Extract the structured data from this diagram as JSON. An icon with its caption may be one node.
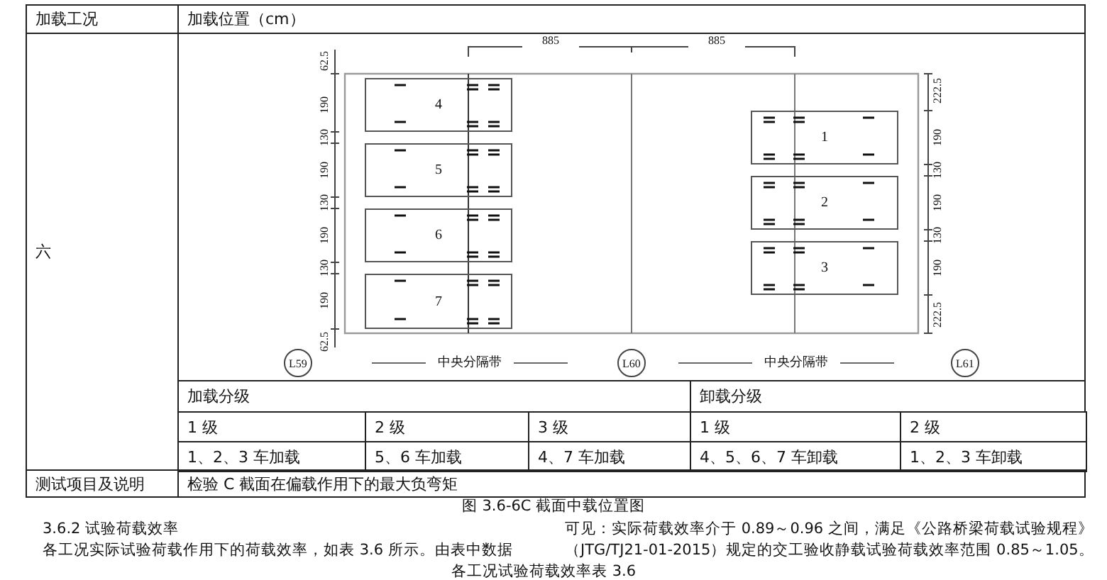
{
  "diagram": {
    "caption": "图 3.6-6C 截面中载位置图",
    "nodes": [
      {
        "text": [
          "4"
        ]
      },
      {
        "text": [
          "5"
        ]
      },
      {
        "text": [
          "6"
        ]
      },
      {
        "text": [
          "7"
        ]
      },
      {
        "text": [
          "1"
        ]
      },
      {
        "text": [
          "2"
        ]
      },
      {
        "text": [
          "3"
        ]
      },
      {
        "text": [
          "L59"
        ]
      },
      {
        "text": [
          "L60"
        ]
      },
      {
        "text": [
          "L61"
        ]
      }
    ],
    "labels": [
      "加载工况",
      "加载位置（cm）",
      "六",
      "885",
      "885",
      "62.5",
      "190",
      "130",
      "190",
      "130",
      "190",
      "130",
      "190",
      "62.5",
      "222.5",
      "190",
      "130",
      "190",
      "130",
      "190",
      "222.5",
      "中央分隔带",
      "中央分隔带",
      "加载分级",
      "卸载分级",
      "1 级",
      "2 级",
      "3 级",
      "1 级",
      "2 级",
      "1、2、3 车加载",
      "5、6 车加载",
      "4、7 车加载",
      "4、5、6、7 车卸载",
      "1、2、3 车卸载",
      "测试项目及说明",
      "检验 C 截面在偏载作用下的最大负弯矩",
      "3.6.2 试验荷载效率",
      "可见：实际荷载效率介于 0.89～0.96 之间，满足《公路桥梁荷载试验规程》（JTG/TJ21-01-2015）规定的交工验收静载试验荷载效率范围 0.85～1.05。",
      "各工况实际试验荷载作用下的荷载效率，如表 3.6 所示。由表中数据",
      "各工况试验荷载效率表 3.6"
    ]
  }
}
